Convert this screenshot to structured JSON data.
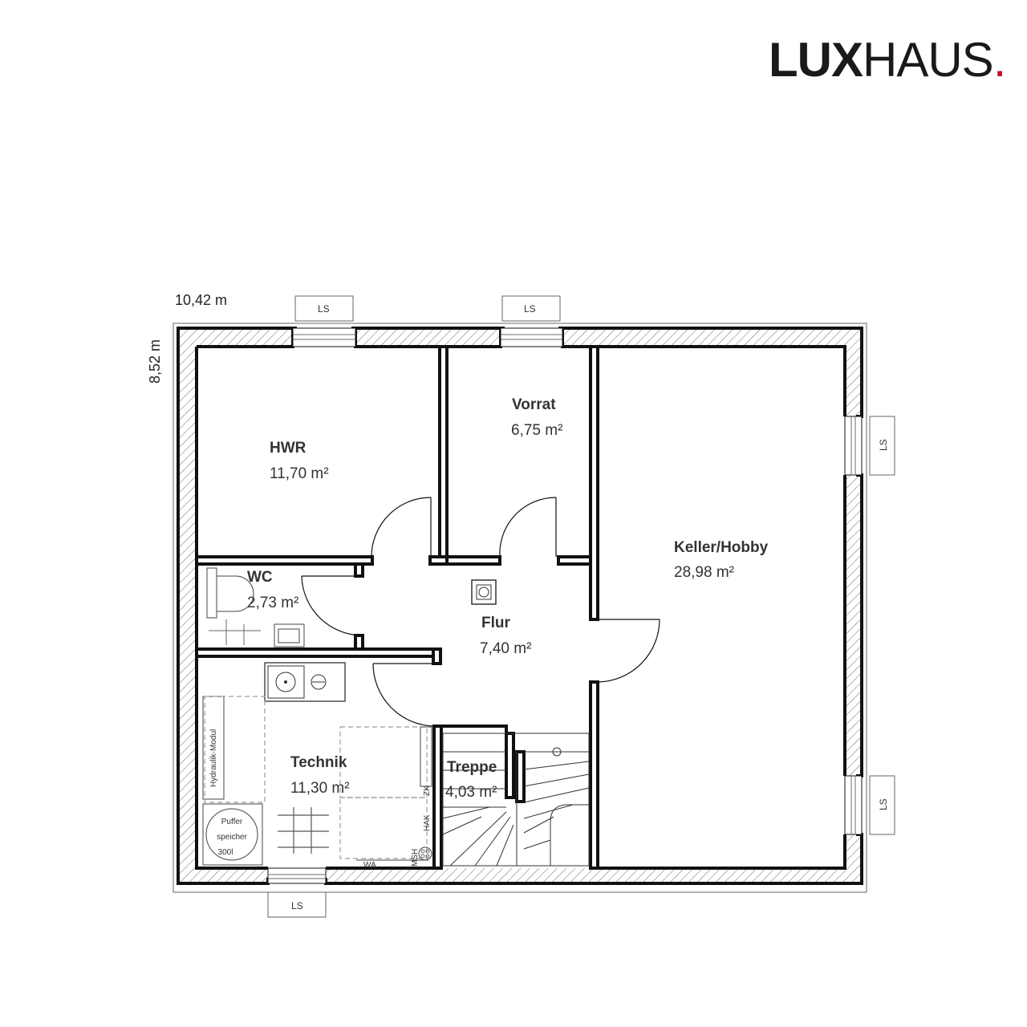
{
  "brand": {
    "name_bold": "LUX",
    "name_regular": "HAUS",
    "dot": ".",
    "dot_color": "#c8102e"
  },
  "dimensions": {
    "width": "10,42 m",
    "height": "8,52 m"
  },
  "window_label": "LS",
  "rooms": {
    "hwr": {
      "name": "HWR",
      "area": "11,70 m²"
    },
    "vorrat": {
      "name": "Vorrat",
      "area": "6,75 m²"
    },
    "keller": {
      "name": "Keller/Hobby",
      "area": "28,98 m²"
    },
    "wc": {
      "name": "WC",
      "area": "2,73 m²"
    },
    "flur": {
      "name": "Flur",
      "area": "7,40 m²"
    },
    "technik": {
      "name": "Technik",
      "area": "11,30 m²"
    },
    "treppe": {
      "name": "Treppe",
      "area": "4,03 m²"
    }
  },
  "equipment": {
    "hydraulik": "Hydraulik-Modul",
    "puffer_line1": "Puffer",
    "puffer_line2": "speicher",
    "puffer_line3": "300l",
    "zk": "ZK",
    "hak": "HAK",
    "msh": "MSH",
    "wa": "WA"
  }
}
